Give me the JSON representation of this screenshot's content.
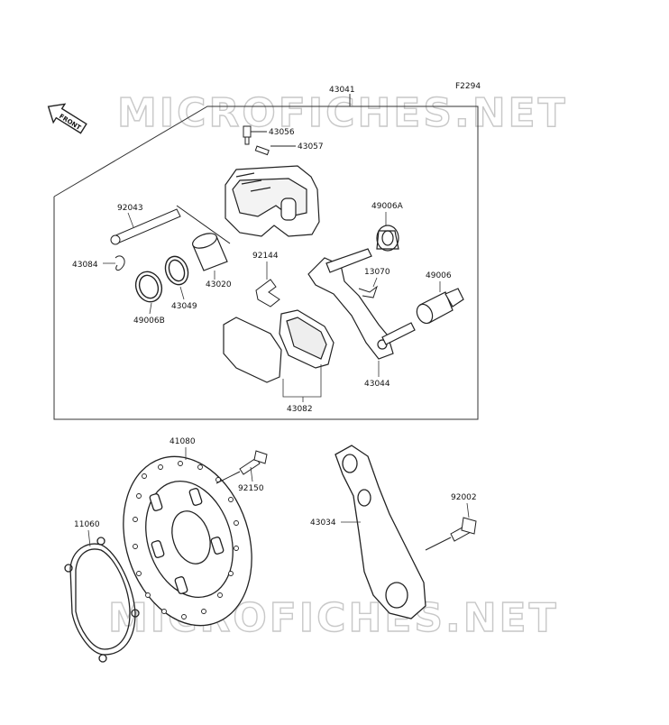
{
  "figure_code": "F2294",
  "front_label": "FRONT",
  "watermark": "MICROFICHES.NET",
  "parts": {
    "p43041": "43041",
    "p43056": "43056",
    "p43057": "43057",
    "p92043": "92043",
    "p49006A": "49006A",
    "p43084": "43084",
    "p92144": "92144",
    "p13070": "13070",
    "p49006": "49006",
    "p43020": "43020",
    "p43049": "43049",
    "p49006B": "49006B",
    "p43044": "43044",
    "p43082": "43082",
    "p41080": "41080",
    "p92150": "92150",
    "p11060": "11060",
    "p43034": "43034",
    "p92002": "92002"
  }
}
